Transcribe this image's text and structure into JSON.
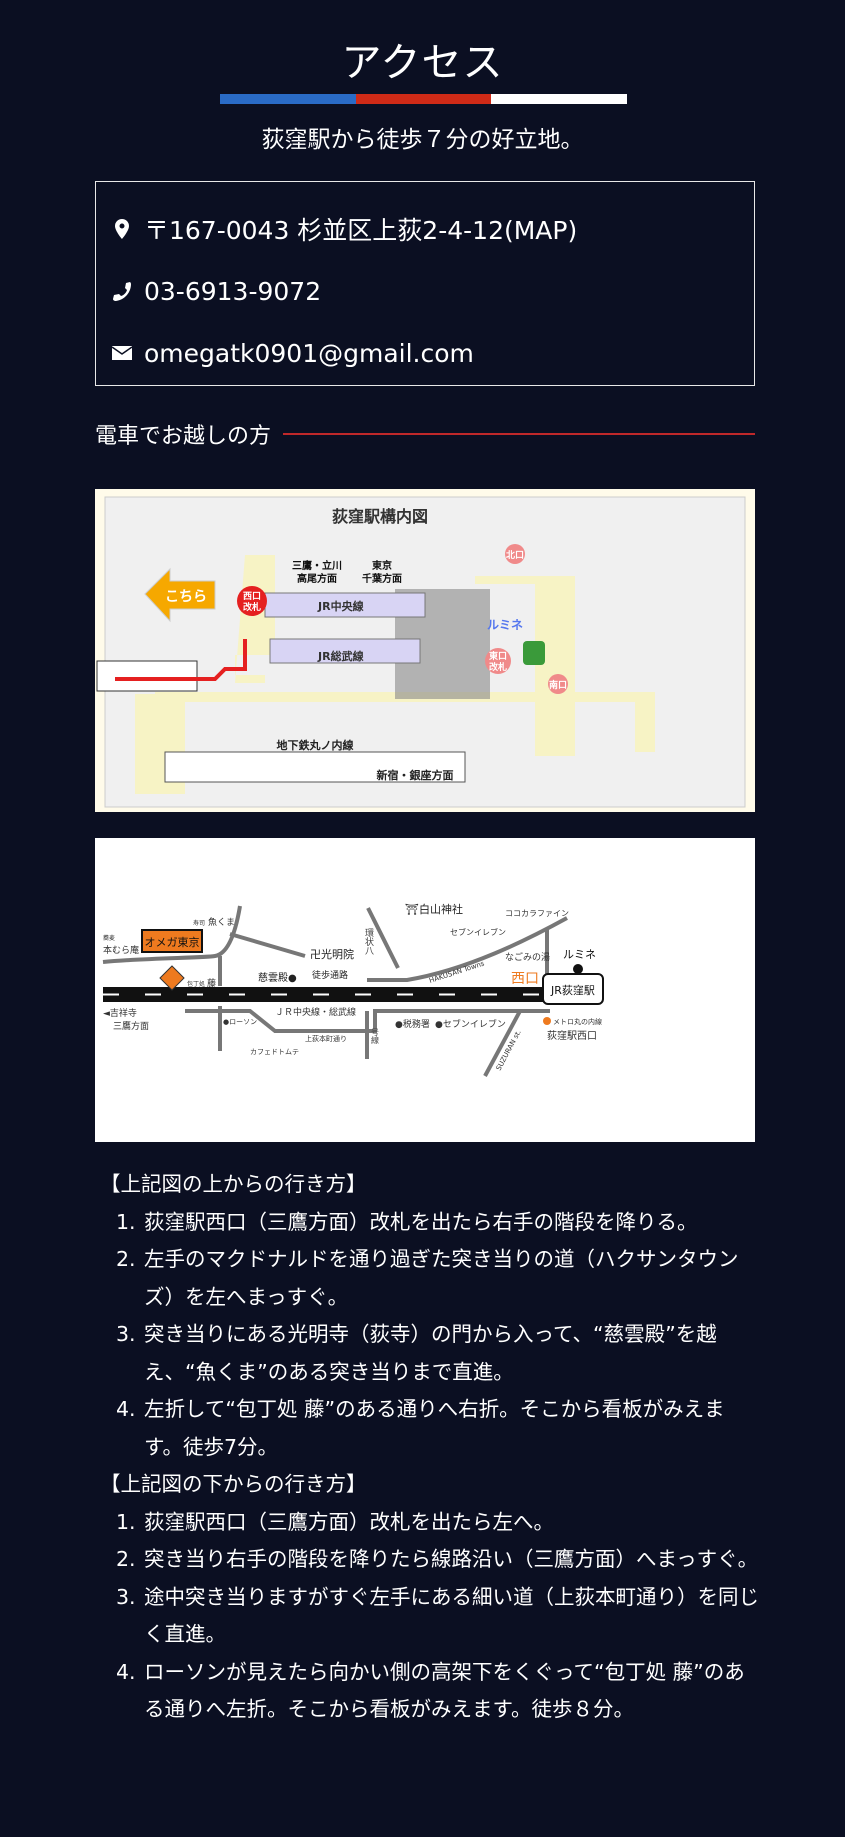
{
  "header": {
    "title": "アクセス",
    "subtitle": "荻窪駅から徒歩７分の好立地。",
    "bar_colors": [
      "#2a6bc6",
      "#cf2a17",
      "#ffffff"
    ]
  },
  "contact": {
    "address": "〒167-0043 杉並区上荻2-4-12(MAP)",
    "phone": "03-6913-9072",
    "email": "omegatk0901@gmail.com"
  },
  "section": {
    "title": "電車でお越しの方",
    "line_color": "#c0282a"
  },
  "station_map": {
    "title": "荻窪駅構内図",
    "kochira": "こちら",
    "west_gate": [
      "西口",
      "改札"
    ],
    "mitaka": [
      "三鷹・立川",
      "高尾方面"
    ],
    "tokyo": [
      "東京",
      "千葉方面"
    ],
    "chuo": "JR中央線",
    "sobu": "JR総武線",
    "lumine": "ルミネ",
    "east_gate": [
      "東口",
      "改札"
    ],
    "north": "北口",
    "south": "南口",
    "marunouchi": "地下鉄丸ノ内線",
    "shinjuku": "新宿・銀座方面"
  },
  "area_map": {
    "shop": "オメガ東京",
    "soba": [
      "蕎麦",
      "本むら庵"
    ],
    "uokuma": [
      "寿司",
      "魚くま"
    ],
    "fuji": [
      "包丁処",
      "藤"
    ],
    "komyoin": "卍光明院",
    "jiunden": "慈雲殿●",
    "tohotsuro": "徒歩通路",
    "kanpachi": "環状八",
    "hakusan": "⛩白山神社",
    "seven1": "セブンイレブン",
    "cocokara": "ココカラファイン",
    "nagomi": "なごみの湯",
    "lumine": "ルミネ",
    "hakusan_towns": "HAKUSAN Towns",
    "nishiguchi": "西口",
    "jr_station": "JR荻窪駅",
    "kichijoji": [
      "◄吉祥寺",
      "三鷹方面"
    ],
    "lawson": "●ローソン",
    "jr_line": "ＪＲ中央線・総武線",
    "kamiogi": "上荻本町通り",
    "cafe": "カフェドトムテ",
    "gosen": "号線",
    "zeimusho": "●税務署",
    "seven2": "●セブンイレブン",
    "suzuran": "SUZURAN st.",
    "metro": "メトロ丸の内線",
    "ogikubo_west": "荻窪駅西口"
  },
  "directions": {
    "upper_title": "【上記図の上からの行き方】",
    "upper": [
      {
        "n": "1.",
        "t": "荻窪駅西口（三鷹方面）改札を出たら右手の階段を降りる。"
      },
      {
        "n": "2.",
        "t": "左手のマクドナルドを通り過ぎた突き当りの道（ハクサンタウンズ）を左へまっすぐ。"
      },
      {
        "n": "3.",
        "t": "突き当りにある光明寺（荻寺）の門から入って、“慈雲殿”を越え、“魚くま”のある突き当りまで直進。"
      },
      {
        "n": "4.",
        "t": "左折して“包丁処 藤”のある通りへ右折。そこから看板がみえます。徒歩7分。"
      }
    ],
    "lower_title": "【上記図の下からの行き方】",
    "lower": [
      {
        "n": "1.",
        "t": "荻窪駅西口（三鷹方面）改札を出たら左へ。"
      },
      {
        "n": "2.",
        "t": "突き当り右手の階段を降りたら線路沿い（三鷹方面）へまっすぐ。"
      },
      {
        "n": "3.",
        "t": "途中突き当りますがすぐ左手にある細い道（上荻本町通り）を同じく直進。"
      },
      {
        "n": "4.",
        "t": "ローソンが見えたら向かい側の高架下をくぐって“包丁処 藤”のある通りへ左折。そこから看板がみえます。徒歩８分。"
      }
    ]
  }
}
